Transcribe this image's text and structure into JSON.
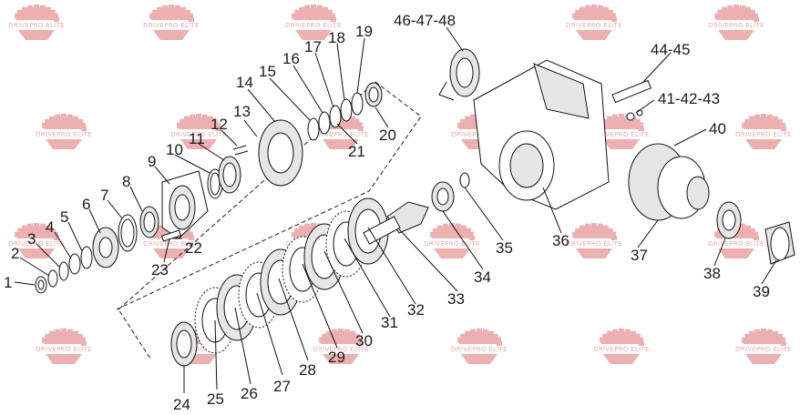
{
  "watermark": {
    "text": "DRIVEPRO ELITE",
    "color": "#e07070"
  },
  "callouts": [
    "1",
    "2",
    "3",
    "4",
    "5",
    "6",
    "7",
    "8",
    "9",
    "10",
    "11",
    "12",
    "13",
    "14",
    "15",
    "16",
    "17",
    "18",
    "19",
    "20",
    "21",
    "22",
    "23",
    "24",
    "25",
    "26",
    "27",
    "28",
    "29",
    "30",
    "31",
    "32",
    "33",
    "34",
    "35",
    "36",
    "37",
    "38",
    "39",
    "40",
    "41-42-43",
    "44-45",
    "46-47-48"
  ]
}
